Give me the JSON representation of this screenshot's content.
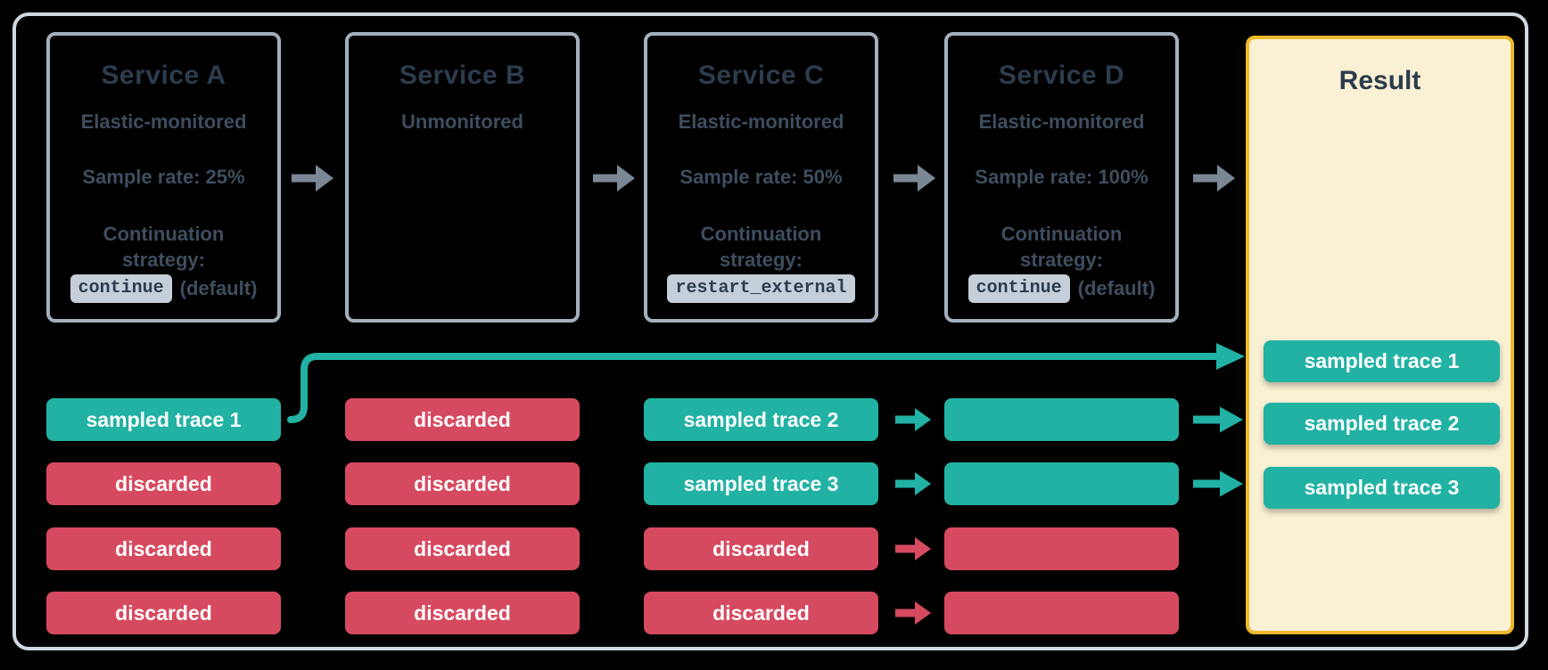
{
  "colors": {
    "bg": "#000000",
    "frame-border": "#cfd9e2",
    "box-border": "#a3b0bd",
    "title-text": "#2c3c4d",
    "body-text": "#3e4e5f",
    "arrow-gray": "#7a8896",
    "teal": "#21b2a4",
    "red": "#d64a60",
    "cream": "#faf0d3",
    "yellow-border": "#eeb82b",
    "chip-bg": "#c5cfd9",
    "pill-text": "#ffffff"
  },
  "services": [
    {
      "title": "Service A",
      "monitoring": "Elastic-monitored",
      "sample_rate": "Sample rate: 25%",
      "continuation_line1": "Continuation",
      "continuation_line2": "strategy:",
      "strategy_code": "continue",
      "strategy_suffix": "(default)"
    },
    {
      "title": "Service B",
      "monitoring": "Unmonitored"
    },
    {
      "title": "Service C",
      "monitoring": "Elastic-monitored",
      "sample_rate": "Sample rate: 50%",
      "continuation_line1": "Continuation",
      "continuation_line2": "strategy:",
      "strategy_code": "restart_external"
    },
    {
      "title": "Service D",
      "monitoring": "Elastic-monitored",
      "sample_rate": "Sample rate: 100%",
      "continuation_line1": "Continuation",
      "continuation_line2": "strategy:",
      "strategy_code": "continue",
      "strategy_suffix": "(default)"
    }
  ],
  "traces": {
    "service_a": [
      {
        "label": "sampled trace 1",
        "status": "sampled"
      },
      {
        "label": "discarded",
        "status": "discarded"
      },
      {
        "label": "discarded",
        "status": "discarded"
      },
      {
        "label": "discarded",
        "status": "discarded"
      }
    ],
    "service_b": [
      {
        "label": "discarded",
        "status": "discarded"
      },
      {
        "label": "discarded",
        "status": "discarded"
      },
      {
        "label": "discarded",
        "status": "discarded"
      },
      {
        "label": "discarded",
        "status": "discarded"
      }
    ],
    "service_c": [
      {
        "label": "sampled trace 2",
        "status": "sampled"
      },
      {
        "label": "sampled trace 3",
        "status": "sampled"
      },
      {
        "label": "discarded",
        "status": "discarded"
      },
      {
        "label": "discarded",
        "status": "discarded"
      }
    ],
    "service_d": [
      {
        "label": "",
        "status": "sampled"
      },
      {
        "label": "",
        "status": "sampled"
      },
      {
        "label": "",
        "status": "discarded"
      },
      {
        "label": "",
        "status": "discarded"
      }
    ]
  },
  "result": {
    "title": "Result",
    "rows": [
      {
        "label": "sampled trace 1"
      },
      {
        "label": "sampled trace 2"
      },
      {
        "label": "sampled trace 3"
      }
    ]
  }
}
